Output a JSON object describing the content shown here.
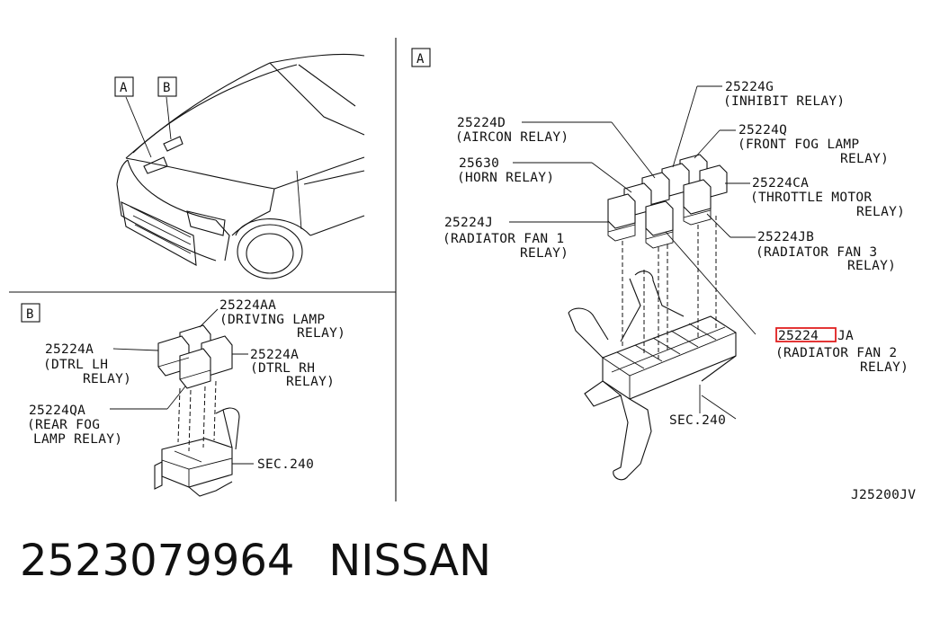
{
  "panels": {
    "main_ref": "A",
    "view_a_ref": "A",
    "view_b_ref": "B",
    "panel_b_ref": "B"
  },
  "labels_a": {
    "inhibit_num": "25224G",
    "inhibit_name": "(INHIBIT RELAY)",
    "aircon_num": "25224D",
    "aircon_name": "(AIRCON RELAY)",
    "frontfog_num": "25224Q",
    "frontfog_name1": "(FRONT FOG LAMP",
    "frontfog_name2": "RELAY)",
    "horn_num": "25630",
    "horn_name": "(HORN RELAY)",
    "throttle_num": "25224CA",
    "throttle_name1": "(THROTTLE MOTOR",
    "throttle_name2": "RELAY)",
    "rad1_num": "25224J",
    "rad1_name1": "(RADIATOR FAN 1",
    "rad1_name2": "RELAY)",
    "rad3_num": "25224JB",
    "rad3_name1": "(RADIATOR FAN 3",
    "rad3_name2": "RELAY)",
    "rad2_num_a": "25224",
    "rad2_num_b": "JA",
    "rad2_name1": "(RADIATOR FAN 2",
    "rad2_name2": "RELAY)",
    "sec": "SEC.240"
  },
  "labels_b": {
    "driving_num": "25224AA",
    "driving_name1": "(DRIVING LAMP",
    "driving_name2": "RELAY)",
    "dtrllh_num": "25224A",
    "dtrllh_name1": "(DTRL LH",
    "dtrllh_name2": "RELAY)",
    "dtrlrh_num": "25224A",
    "dtrlrh_name1": "(DTRL RH",
    "dtrlrh_name2": "RELAY)",
    "rearfog_num": "25224QA",
    "rearfog_name1": "(REAR FOG",
    "rearfog_name2": "LAMP RELAY)",
    "sec": "SEC.240"
  },
  "drawing_code": "J25200JV",
  "caption": {
    "part_number": "2523079964",
    "brand": "NISSAN"
  },
  "colors": {
    "ink": "#111111",
    "highlight": "#e02020"
  }
}
